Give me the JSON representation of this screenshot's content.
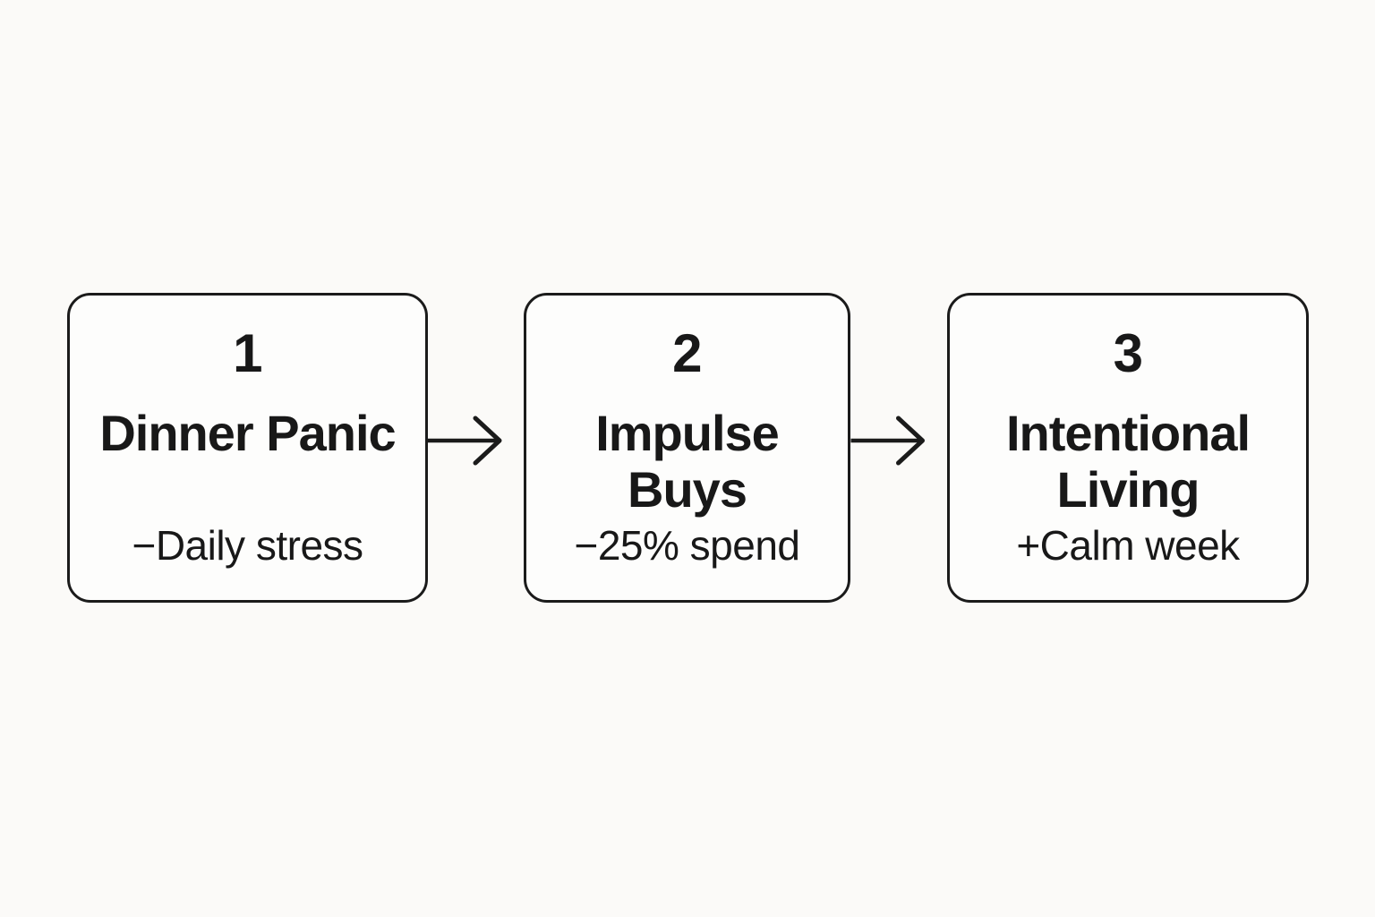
{
  "page": {
    "background_color": "#fbfaf8",
    "box_background_color": "#fdfdfc",
    "border_color": "#1b1b1b",
    "text_color": "#181818"
  },
  "flow": {
    "type": "horizontal-flowchart",
    "steps": [
      {
        "number": "1",
        "title": "Dinner Panic",
        "subtitle": "−Daily stress"
      },
      {
        "number": "2",
        "title": "Impulse Buys",
        "subtitle": "−25% spend"
      },
      {
        "number": "3",
        "title": "Intentional Living",
        "subtitle": "+Calm week"
      }
    ],
    "connectors": [
      {
        "from": "1",
        "to": "2",
        "icon": "arrow-right-icon"
      },
      {
        "from": "2",
        "to": "3",
        "icon": "arrow-right-icon"
      }
    ]
  }
}
